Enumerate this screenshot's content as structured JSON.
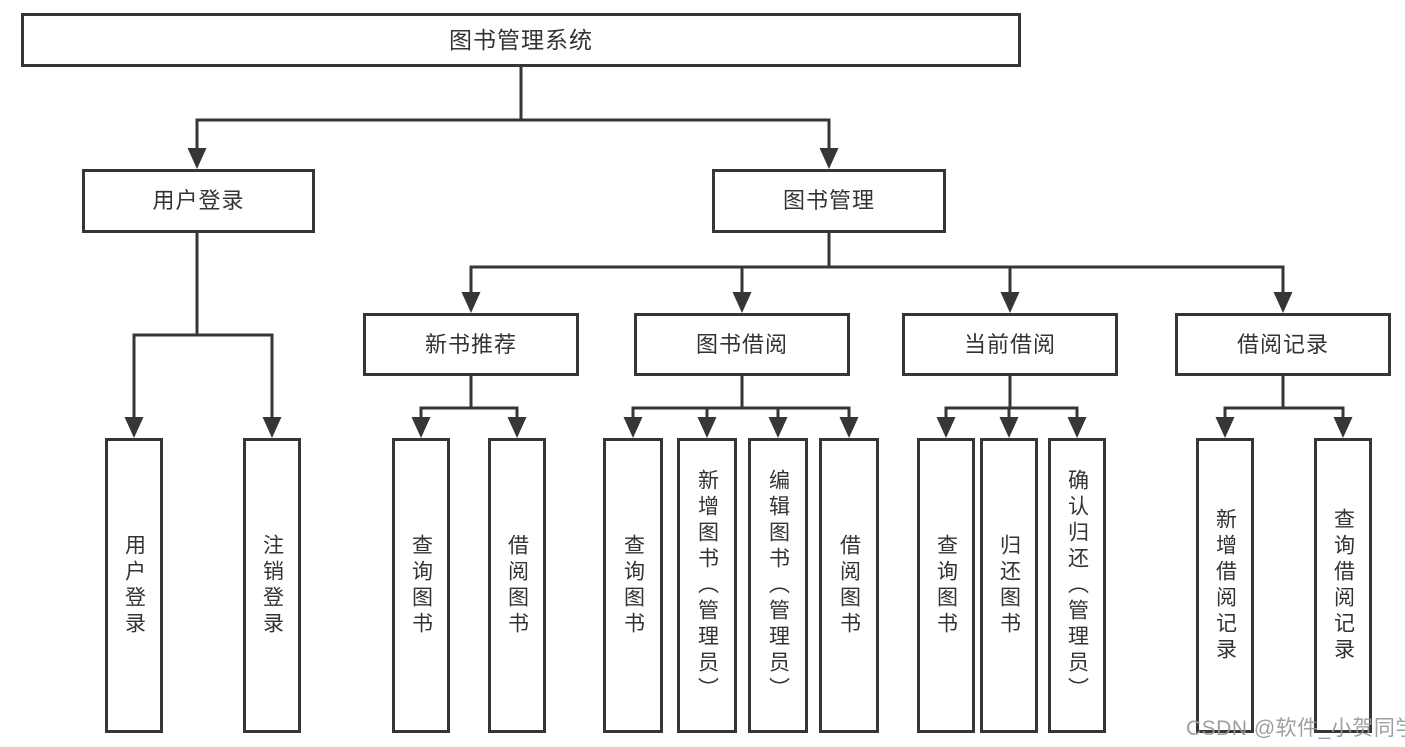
{
  "diagram": {
    "root": {
      "label": "图书管理系统"
    },
    "branches": [
      {
        "label": "用户登录",
        "children": [
          {
            "label": "用户登录"
          },
          {
            "label": "注销登录"
          }
        ]
      },
      {
        "label": "图书管理",
        "children": [
          {
            "label": "新书推荐",
            "children": [
              {
                "label": "查询图书"
              },
              {
                "label": "借阅图书"
              }
            ]
          },
          {
            "label": "图书借阅",
            "children": [
              {
                "label": "查询图书"
              },
              {
                "label": "新增图书（管理员）"
              },
              {
                "label": "编辑图书（管理员）"
              },
              {
                "label": "借阅图书"
              }
            ]
          },
          {
            "label": "当前借阅",
            "children": [
              {
                "label": "查询图书"
              },
              {
                "label": "归还图书"
              },
              {
                "label": "确认归还（管理员）"
              }
            ]
          },
          {
            "label": "借阅记录",
            "children": [
              {
                "label": "新增借阅记录"
              },
              {
                "label": "查询借阅记录"
              }
            ]
          }
        ]
      }
    ]
  },
  "colors": {
    "line": "#363636",
    "text": "#333333",
    "background": "#ffffff",
    "watermark": "#94979b"
  },
  "watermark": {
    "text": "CSDN @软件_小贺同学"
  }
}
